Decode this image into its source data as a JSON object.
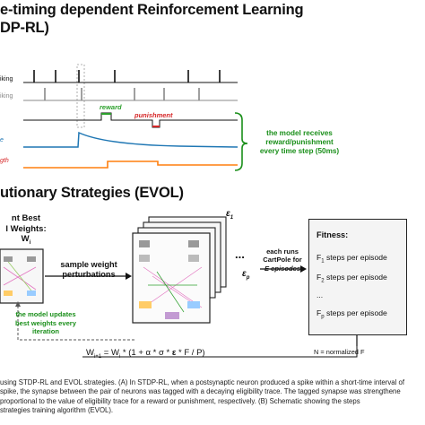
{
  "stdp": {
    "title": "e-timing dependent Reinforcement Learning",
    "subtitle": "DP-RL)",
    "row_labels": [
      "iking",
      "iking",
      "e",
      "gth"
    ],
    "reward_label": "reward",
    "punishment_label": "punishment",
    "note_lines": [
      "the model receives",
      "reward/punishment",
      "every time step (50ms)"
    ]
  },
  "evol": {
    "title": "utionary Strategies (EVOL)",
    "current_best_lines": [
      "nt Best",
      "l Weights:",
      "W"
    ],
    "current_best_sub": "i",
    "sample_label_lines": [
      "sample weight",
      "perturbations"
    ],
    "eps_labels": [
      "ε",
      "ε"
    ],
    "eps_subs": [
      "1",
      "p"
    ],
    "dots": "...",
    "runs_label_lines": [
      "each runs",
      "CartPole for",
      "E episodes"
    ],
    "fitness_title": "Fitness:",
    "fitness_lines": [
      {
        "sym": "F",
        "sub": "1",
        "text": " steps per episode"
      },
      {
        "sym": "F",
        "sub": "2",
        "text": " steps per episode"
      },
      {
        "sym": "...",
        "sub": "",
        "text": ""
      },
      {
        "sym": "F",
        "sub": "p",
        "text": " steps per episode"
      }
    ],
    "update_note_lines": [
      "the model updates",
      "best weights every",
      "iteration"
    ],
    "formula_prefix": "W",
    "formula_prefix_sub": "i+1",
    "formula_mid": " = W",
    "formula_mid_sub": "i",
    "formula_rest": " * (1 + α * σ * ",
    "formula_eps": "ε",
    "formula_end": " * F / P)",
    "normalized_label": "N = normalized F"
  },
  "caption_lines": [
    "using STDP-RL and EVOL strategies. (A) In STDP-RL, when a postsynaptic neuron produced a spike within a short-time interval of",
    "spike, the synapse between the pair of neurons was tagged with a decaying eligibility trace. The tagged synapse was strengthene",
    "proportional to the value of eligibility trace for a reward or punishment, respectively. (B) Schematic showing the steps",
    "strategies training algorithm (EVOL)."
  ],
  "colors": {
    "green": "#1a8f1a",
    "reward": "#2ca02c",
    "punishment": "#d62728",
    "trace": "#1f77b4",
    "strength": "#ff7f0e"
  }
}
